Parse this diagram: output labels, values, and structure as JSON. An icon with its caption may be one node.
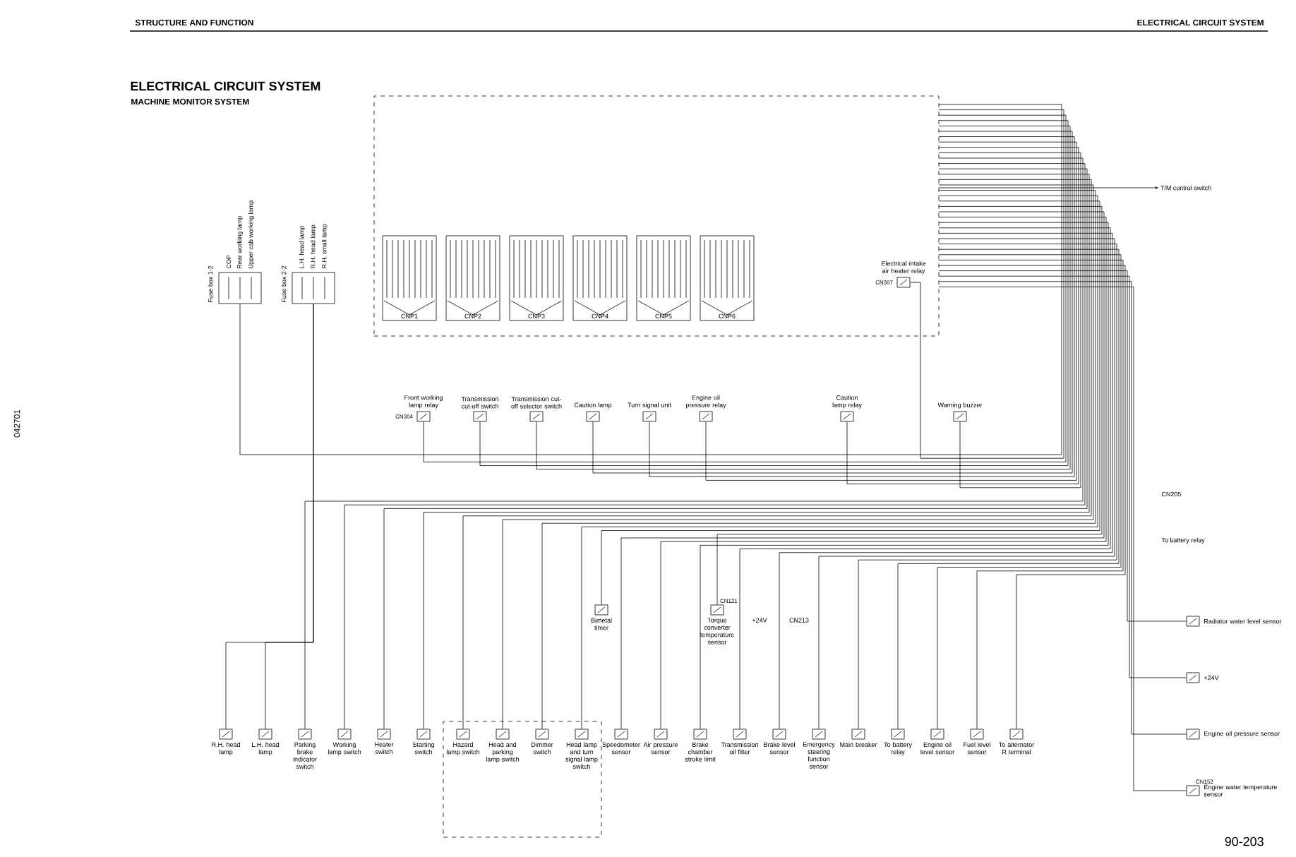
{
  "diagram": {
    "title": "ELECTRICAL CIRCUIT SYSTEM",
    "nodes": [
      {
        "text": [],
        "shape": "box"
      },
      {
        "text": [
          "CNP1"
        ],
        "in": 0
      },
      {
        "text": [
          "CNP2"
        ],
        "in": 0
      },
      {
        "text": [
          "CNP3"
        ],
        "in": 0
      },
      {
        "text": [
          "CNP4"
        ],
        "in": 0
      },
      {
        "text": [
          "CNP5"
        ],
        "in": 0
      },
      {
        "text": [
          "CNP6"
        ],
        "in": 0
      },
      {
        "text": [
          "Electrical intake air heater relay"
        ],
        "in": 0,
        "beside": [
          "CN307"
        ]
      },
      {
        "text": [
          "Fuse box 1-2",
          "COP",
          "Rear working lamp",
          "Upper cab working lamp"
        ]
      },
      {
        "text": [
          "Fuse box 2-2",
          "L.H. head lamp",
          "R.H. head lamp",
          "R.H. small lamp"
        ]
      },
      {
        "text": [
          "Front working lamp relay"
        ],
        "beside": [
          "CN304"
        ]
      },
      {
        "text": [
          "Transmission cut-off switch"
        ]
      },
      {
        "text": [
          "Transmission cut-off selector switch"
        ]
      },
      {
        "text": [
          "Caution lamp"
        ]
      },
      {
        "text": [
          "Turn signal unit"
        ]
      },
      {
        "text": [
          "Engine oil pressure relay"
        ]
      },
      {
        "text": [
          "Caution lamp relay"
        ]
      },
      {
        "text": [
          "Warning buzzer"
        ]
      },
      {
        "text": [
          "T/M control switch"
        ]
      },
      {
        "text": [
          "R.H. head lamp"
        ]
      },
      {
        "text": [
          "L.H. head lamp"
        ]
      },
      {
        "text": [
          "Parking brake indicator switch"
        ]
      },
      {
        "text": [
          "Working lamp switch"
        ]
      },
      {
        "text": [
          "Heater switch"
        ]
      },
      {
        "text": [
          "Starting switch"
        ]
      },
      {
        "text": [],
        "shape": "box"
      },
      {
        "text": [
          "Hazard lamp switch"
        ],
        "in": 25
      },
      {
        "text": [
          "Head and parking lamp switch"
        ],
        "in": 25
      },
      {
        "text": [
          "Dimmer switch"
        ],
        "in": 25
      },
      {
        "text": [
          "Head lamp and turn signal lamp switch"
        ],
        "in": 25
      },
      {
        "text": [
          "Bimetal timer"
        ]
      },
      {
        "text": [
          "Torque converter temperature sensor"
        ],
        "beside": [
          "CN121"
        ]
      },
      {
        "text": [
          "Speedometer sensor"
        ]
      },
      {
        "text": [
          "Air pressure sensor"
        ]
      },
      {
        "text": [
          "Brake chamber stroke limit"
        ]
      },
      {
        "text": [
          "Transmission oil filter"
        ]
      },
      {
        "text": [
          "Brake level sensor"
        ]
      },
      {
        "text": [
          "Emergency steering function sensor"
        ]
      },
      {
        "text": [
          "Main breaker"
        ]
      },
      {
        "text": [
          "To battery relay"
        ]
      },
      {
        "text": [
          "Engine oil level sensor"
        ]
      },
      {
        "text": [
          "Fuel level sensor"
        ]
      },
      {
        "text": [
          "To alternator R terminal"
        ]
      },
      {
        "text": [
          "Radiator water level sensor"
        ]
      },
      {
        "text": [
          "+24V"
        ]
      },
      {
        "text": [
          "Engine oil pressure sensor"
        ]
      },
      {
        "text": [
          "Engine water temperature sensor"
        ],
        "beside": [
          "CN152"
        ]
      }
    ],
    "edges": [
      {
        "from": 8,
        "to": 0,
        "arrow": "none"
      },
      {
        "from": 7,
        "to": 0,
        "arrow": "none"
      },
      {
        "from": 10,
        "to": 0,
        "arrow": "none"
      },
      {
        "from": 11,
        "to": 0,
        "arrow": "none"
      },
      {
        "from": 12,
        "to": 0,
        "arrow": "none"
      },
      {
        "from": 13,
        "to": 0,
        "arrow": "none"
      },
      {
        "from": 14,
        "to": 0,
        "arrow": "none"
      },
      {
        "from": 15,
        "to": 0,
        "arrow": "none"
      },
      {
        "from": 16,
        "to": 0,
        "arrow": "none"
      },
      {
        "from": 17,
        "to": 0,
        "arrow": "none"
      },
      {
        "from": 0,
        "to": 18,
        "arrow": "to"
      },
      {
        "from": 9,
        "to": 19,
        "arrow": "none"
      },
      {
        "from": 9,
        "to": 20,
        "arrow": "none"
      },
      {
        "from": 21,
        "to": 0,
        "arrow": "none"
      },
      {
        "from": 22,
        "to": 0,
        "arrow": "none"
      },
      {
        "from": 23,
        "to": 0,
        "arrow": "none"
      },
      {
        "from": 24,
        "to": 0,
        "arrow": "none"
      },
      {
        "from": 26,
        "to": 0,
        "arrow": "none"
      },
      {
        "from": 27,
        "to": 0,
        "arrow": "none"
      },
      {
        "from": 28,
        "to": 0,
        "arrow": "none"
      },
      {
        "from": 29,
        "to": 0,
        "arrow": "none"
      },
      {
        "from": 30,
        "to": 0,
        "arrow": "none"
      },
      {
        "from": 31,
        "to": 0,
        "arrow": "none"
      },
      {
        "from": 32,
        "to": 0,
        "arrow": "none"
      },
      {
        "from": 33,
        "to": 0,
        "arrow": "none"
      },
      {
        "from": 34,
        "to": 0,
        "arrow": "none"
      },
      {
        "from": 35,
        "to": 0,
        "arrow": "none"
      },
      {
        "from": 36,
        "to": 0,
        "arrow": "none"
      },
      {
        "from": 37,
        "to": 0,
        "arrow": "none"
      },
      {
        "from": 38,
        "to": 0,
        "arrow": "none"
      },
      {
        "from": 39,
        "to": 0,
        "arrow": "none"
      },
      {
        "from": 40,
        "to": 0,
        "arrow": "none"
      },
      {
        "from": 41,
        "to": 0,
        "arrow": "none"
      },
      {
        "from": 42,
        "to": 0,
        "arrow": "none"
      },
      {
        "from": 43,
        "to": 0,
        "arrow": "none"
      },
      {
        "from": 44,
        "to": 0,
        "arrow": "none"
      },
      {
        "from": 45,
        "to": 0,
        "arrow": "none"
      },
      {
        "from": 46,
        "to": 0,
        "arrow": "none"
      }
    ],
    "labels": [
      "STRUCTURE AND FUNCTION",
      "ELECTRICAL CIRCUIT SYSTEM",
      "MACHINE MONITOR SYSTEM",
      "042701",
      "+24V",
      "CN213",
      "CN205",
      "To battery relay",
      "90-203"
    ]
  }
}
